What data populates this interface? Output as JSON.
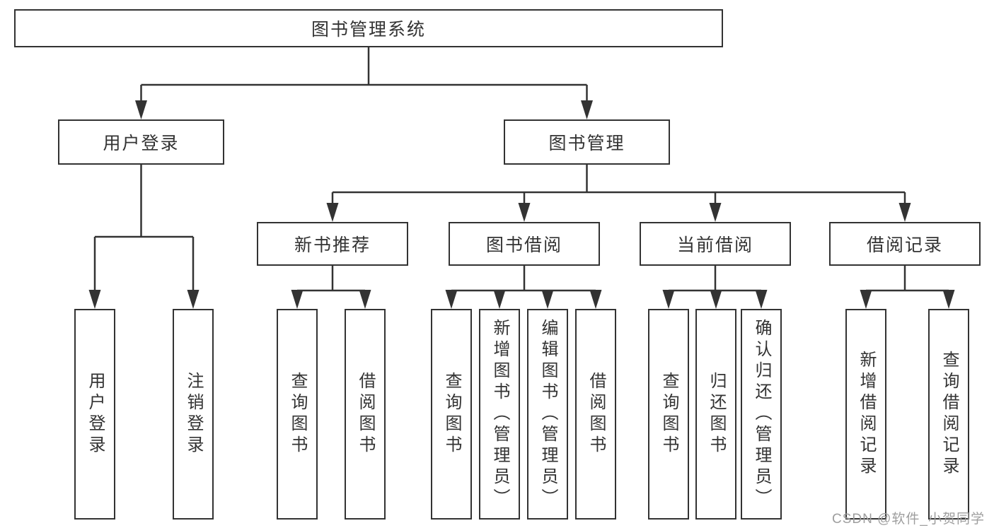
{
  "diagram": {
    "root": "图书管理系统",
    "level2": {
      "user_login": "用户登录",
      "book_mgmt": "图书管理"
    },
    "level3": {
      "new_rec": "新书推荐",
      "borrowing": "图书借阅",
      "current": "当前借阅",
      "records": "借阅记录"
    },
    "leaves": {
      "login": "用户登录",
      "logout": "注销登录",
      "nr_query": "查询图书",
      "nr_borrow": "借阅图书",
      "bb_query": "查询图书",
      "bb_add": "新增图书（管理员）",
      "bb_edit": "编辑图书（管理员）",
      "bb_borrow": "借阅图书",
      "cb_query": "查询图书",
      "cb_return": "归还图书",
      "cb_confirm": "确认归还（管理员）",
      "br_add": "新增借阅记录",
      "br_query": "查询借阅记录"
    }
  },
  "watermark": "CSDN @软件_小贺同学",
  "colors": {
    "line": "#333333",
    "text": "#333333",
    "watermark": "#9e9e9e",
    "background": "#ffffff"
  }
}
